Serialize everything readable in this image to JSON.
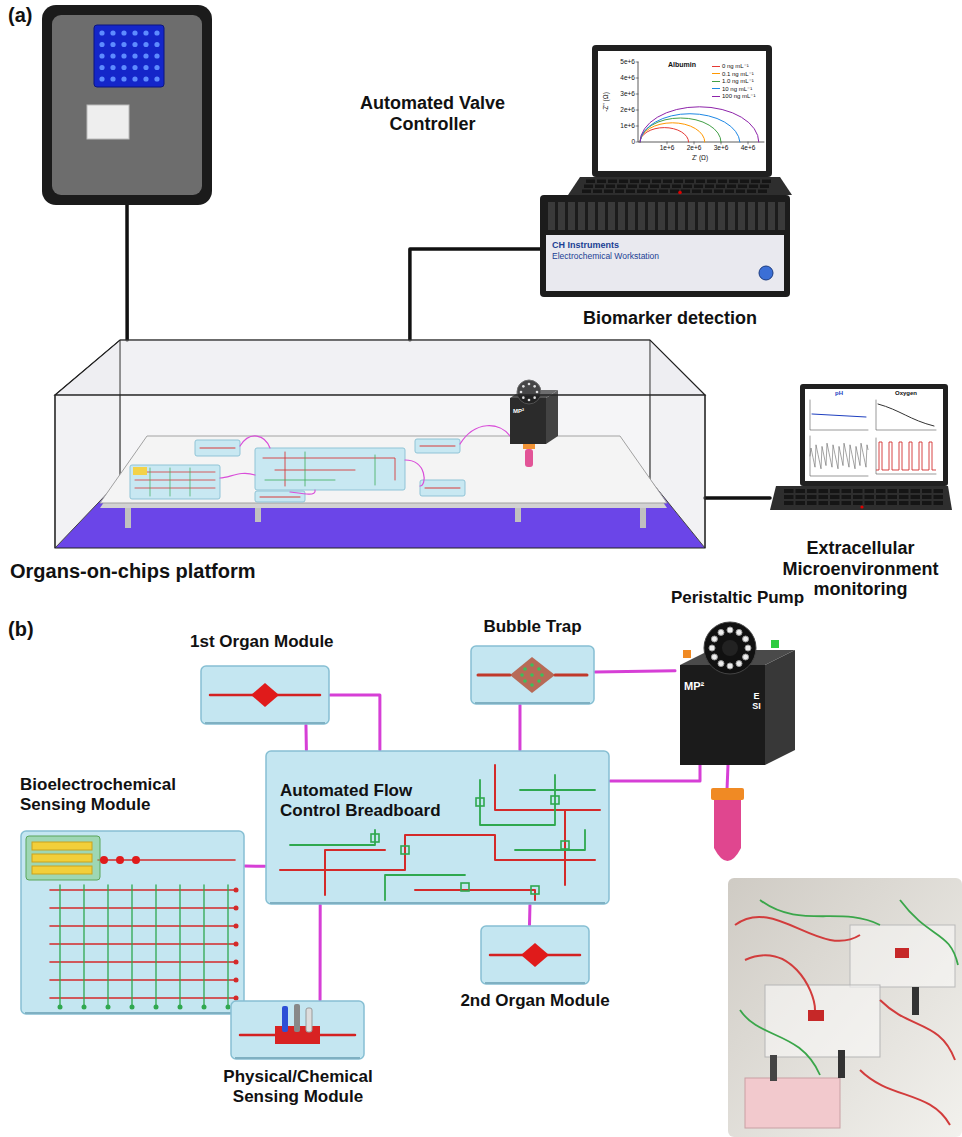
{
  "diagram": {
    "nodes": [
      {
        "text": [
          "Automated Valve Controller"
        ]
      },
      {
        "text": [
          "Biomarker detection"
        ]
      },
      {
        "text": [
          "Extracellular Microenvironment monitoring"
        ]
      },
      {
        "text": [
          "Organs-on-chips platform"
        ]
      },
      {
        "text": [
          "Peristaltic Pump"
        ]
      },
      {
        "text": [
          "Bubble Trap"
        ]
      },
      {
        "text": [
          "1st Organ Module"
        ]
      },
      {
        "text": [
          "Automated Flow Control Breadboard"
        ]
      },
      {
        "text": [
          "Bioelectrochemical Sensing Module"
        ]
      },
      {
        "text": [
          "2nd Organ Module"
        ]
      },
      {
        "text": [
          "Physical/Chemical Sensing Module"
        ]
      }
    ],
    "edges": [
      {
        "from": 0,
        "to": 3,
        "arrow": "none"
      },
      {
        "from": 1,
        "to": 3,
        "arrow": "none"
      },
      {
        "from": 2,
        "to": 3,
        "arrow": "none"
      },
      {
        "from": 4,
        "to": 5,
        "arrow": "none"
      },
      {
        "from": 5,
        "to": 7,
        "arrow": "none"
      },
      {
        "from": 7,
        "to": 6,
        "arrow": "none"
      },
      {
        "from": 6,
        "to": 7,
        "arrow": "none"
      },
      {
        "from": 7,
        "to": 9,
        "arrow": "none"
      },
      {
        "from": 7,
        "to": 8,
        "arrow": "none"
      },
      {
        "from": 7,
        "to": 10,
        "arrow": "none"
      },
      {
        "from": 7,
        "to": 4,
        "arrow": "none"
      }
    ],
    "labels": [
      "(a)",
      "(b)",
      "CH Instruments",
      "Electrochemical Workstation",
      "Albumin",
      "5e+6",
      "4e+6",
      "3e+6",
      "2e+6",
      "1e+6",
      "0",
      "1e+6",
      "2e+6",
      "3e+6",
      "4e+6",
      "-Z'' (Ω)",
      "Z' (Ω)",
      "pH",
      "Oxygen",
      "MP²",
      "MP²",
      "ESI"
    ],
    "legend": [
      {
        "text": "0 ng mL⁻¹"
      },
      {
        "text": "0.1 ng mL⁻¹"
      },
      {
        "text": "1.0 ng mL⁻¹"
      },
      {
        "text": "10 ng mL⁻¹"
      },
      {
        "text": "100 ng mL⁻¹"
      }
    ]
  }
}
